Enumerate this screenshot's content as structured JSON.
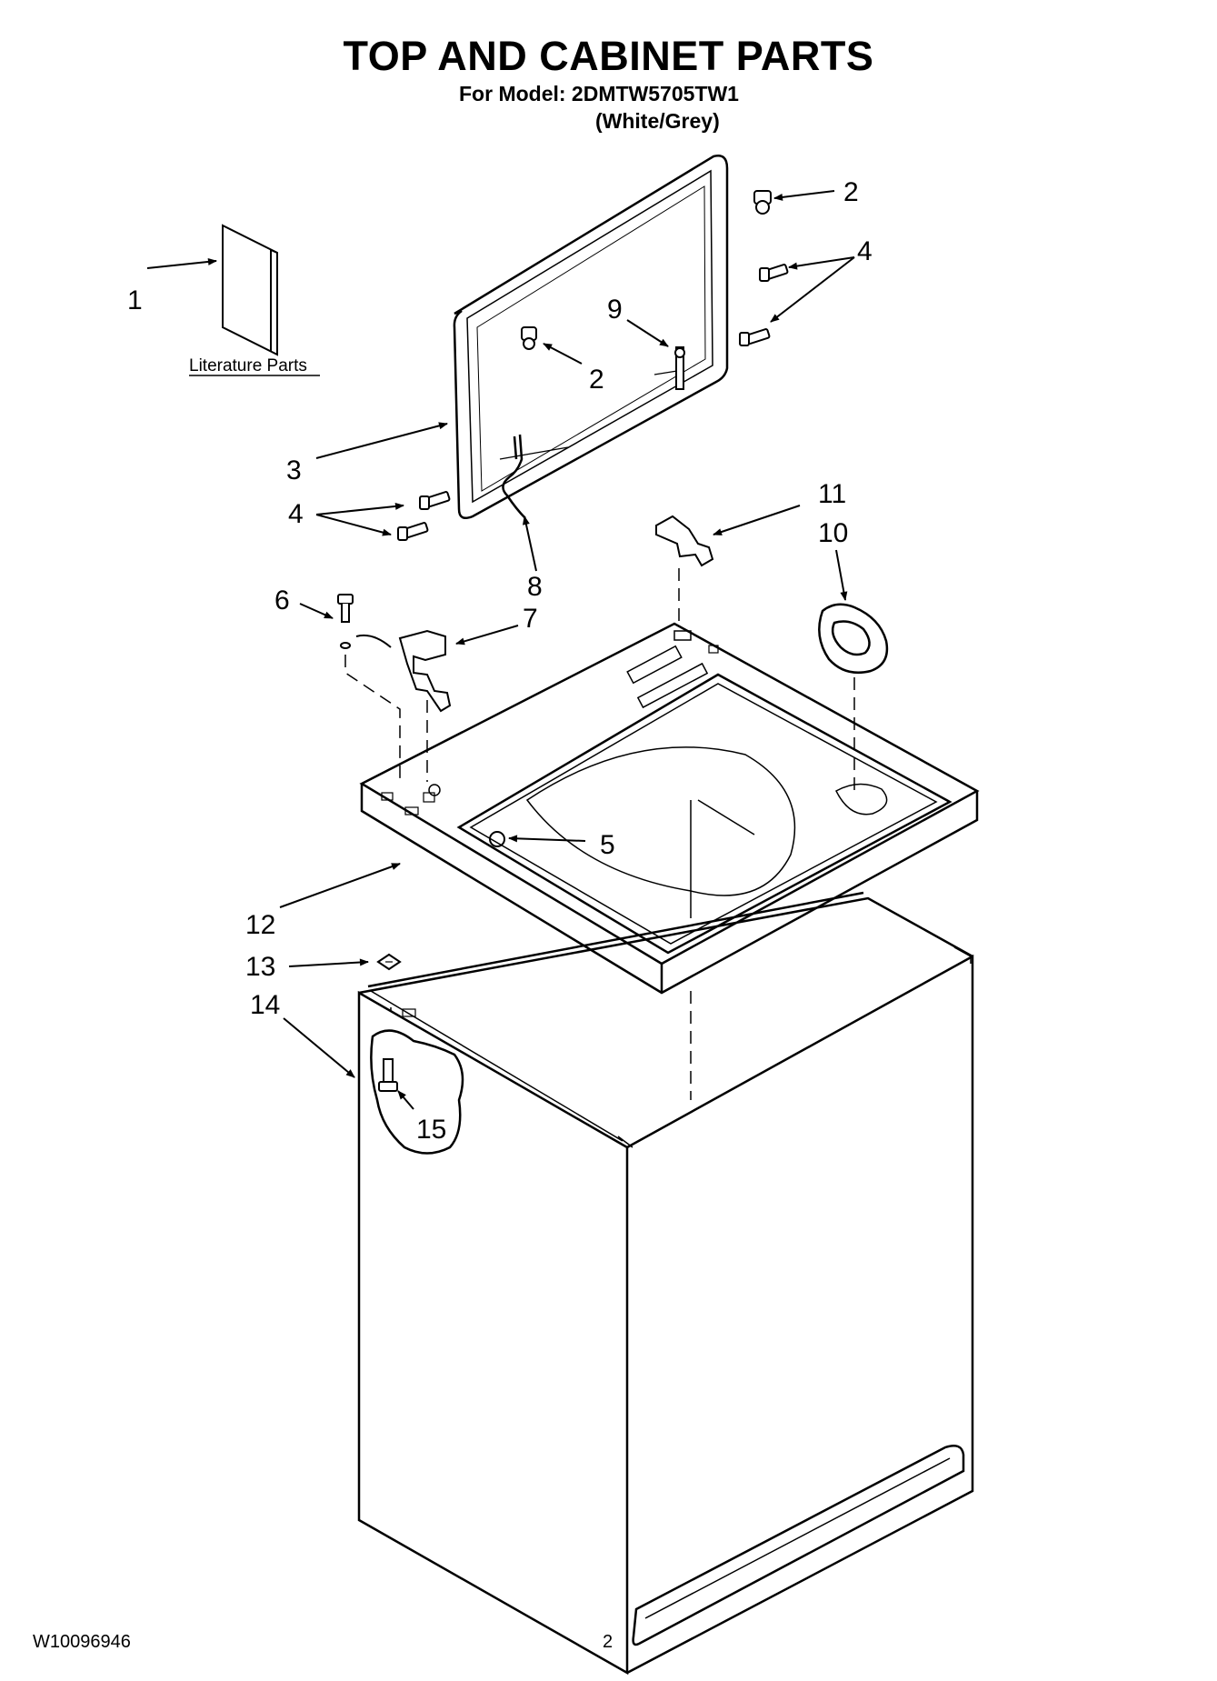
{
  "header": {
    "title": "TOP AND CABINET PARTS",
    "model_line": "For Model: 2DMTW5705TW1",
    "color_line": "(White/Grey)"
  },
  "footer": {
    "doc_number": "W10096946",
    "page_number": "2"
  },
  "literature": {
    "label": "Literature Parts"
  },
  "callouts": [
    {
      "id": "c1",
      "label": "1"
    },
    {
      "id": "c2a",
      "label": "2"
    },
    {
      "id": "c2b",
      "label": "2"
    },
    {
      "id": "c3",
      "label": "3"
    },
    {
      "id": "c4a",
      "label": "4"
    },
    {
      "id": "c4b",
      "label": "4"
    },
    {
      "id": "c5",
      "label": "5"
    },
    {
      "id": "c6",
      "label": "6"
    },
    {
      "id": "c7",
      "label": "7"
    },
    {
      "id": "c8",
      "label": "8"
    },
    {
      "id": "c9",
      "label": "9"
    },
    {
      "id": "c10",
      "label": "10"
    },
    {
      "id": "c11",
      "label": "11"
    },
    {
      "id": "c12",
      "label": "12"
    },
    {
      "id": "c13",
      "label": "13"
    },
    {
      "id": "c14",
      "label": "14"
    },
    {
      "id": "c15",
      "label": "15"
    }
  ]
}
